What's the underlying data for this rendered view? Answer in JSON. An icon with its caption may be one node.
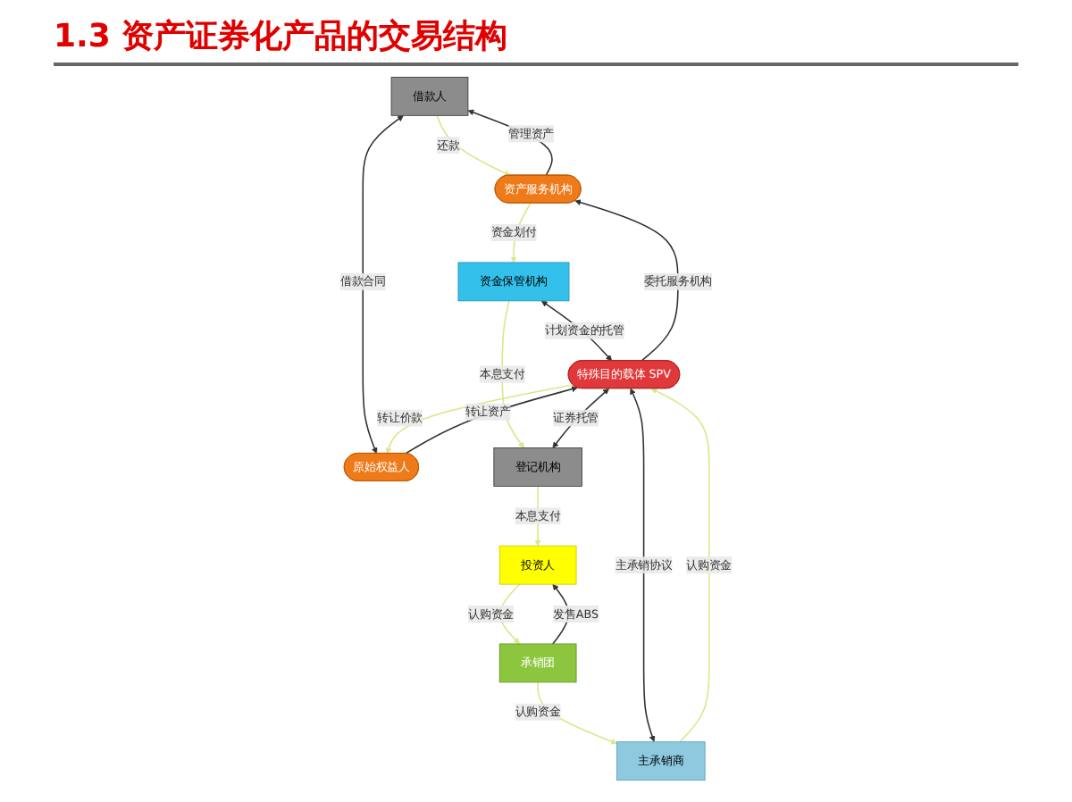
{
  "diagram": {
    "title": "1.3 资产证券化产品的交易结构",
    "nodes": [
      {
        "text": [
          "借款人"
        ]
      },
      {
        "text": [
          "资产服务机构"
        ]
      },
      {
        "text": [
          "资金保管机构"
        ]
      },
      {
        "text": [
          "原始权益人"
        ]
      },
      {
        "text": [
          "特殊目的载体 SPV"
        ]
      },
      {
        "text": [
          "登记机构"
        ]
      },
      {
        "text": [
          "主承销商"
        ]
      },
      {
        "text": [
          "承销团"
        ]
      },
      {
        "text": [
          "投资人"
        ]
      }
    ],
    "edges": [
      {
        "from": 0,
        "to": 1,
        "arrow": "to",
        "label": "还款",
        "color": "#d8e88a"
      },
      {
        "from": 1,
        "to": 0,
        "arrow": "to",
        "label": "管理资产",
        "color": "#333333"
      },
      {
        "from": 0,
        "to": 3,
        "arrow": "both",
        "label": "借款合同",
        "color": "#333333"
      },
      {
        "from": 3,
        "to": 4,
        "arrow": "to",
        "label": "转让资产",
        "color": "#333333"
      },
      {
        "from": 4,
        "to": 3,
        "arrow": "to",
        "label": "转让价款",
        "color": "#d8e88a"
      },
      {
        "from": 4,
        "to": 1,
        "arrow": "to",
        "label": "委托服务机构",
        "color": "#333333"
      },
      {
        "from": 1,
        "to": 2,
        "arrow": "to",
        "label": "资金划付",
        "color": "#d8e88a"
      },
      {
        "from": 2,
        "to": 4,
        "arrow": "both",
        "label": "计划资金的托管",
        "color": "#333333"
      },
      {
        "from": 2,
        "to": 5,
        "arrow": "to",
        "label": "本息支付",
        "color": "#d8e88a"
      },
      {
        "from": 4,
        "to": 5,
        "arrow": "both",
        "label": "证券托管",
        "color": "#333333"
      },
      {
        "from": 5,
        "to": 8,
        "arrow": "to",
        "label": "本息支付",
        "color": "#d8e88a"
      },
      {
        "from": 6,
        "to": 4,
        "arrow": "both",
        "label": "主承销协议",
        "color": "#333333"
      },
      {
        "from": 6,
        "to": 4,
        "arrow": "to",
        "label": "认购资金",
        "color": "#d8e88a"
      },
      {
        "from": 7,
        "to": 6,
        "arrow": "to",
        "label": "认购资金",
        "color": "#d8e88a"
      },
      {
        "from": 7,
        "to": 8,
        "arrow": "to",
        "label": "发售ABS",
        "color": "#333333"
      },
      {
        "from": 8,
        "to": 7,
        "arrow": "to",
        "label": "认购资金",
        "color": "#d8e88a"
      }
    ]
  }
}
